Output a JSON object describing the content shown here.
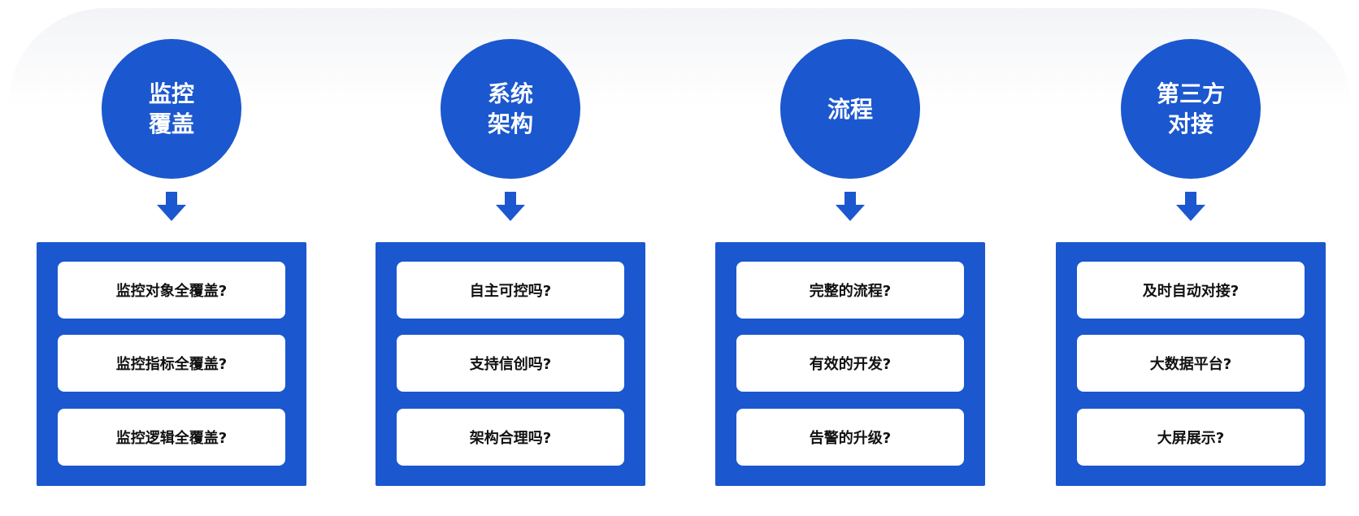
{
  "columns": [
    {
      "title": "监控\n覆盖",
      "questions": [
        "监控对象全覆盖?",
        "监控指标全覆盖?",
        "监控逻辑全覆盖?"
      ]
    },
    {
      "title": "系统\n架构",
      "questions": [
        "自主可控吗?",
        "支持信创吗?",
        "架构合理吗?"
      ]
    },
    {
      "title": "流程",
      "questions": [
        "完整的流程?",
        "有效的开发?",
        "告警的升级?"
      ]
    },
    {
      "title": "第三方\n对接",
      "questions": [
        "及时自动对接?",
        "大数据平台?",
        "大屏展示?"
      ]
    }
  ],
  "colors": {
    "accent": "#1b57cf",
    "card_background": "#ffffff",
    "text": "#111111"
  },
  "icons": {
    "arrow": "arrow-down-icon"
  }
}
